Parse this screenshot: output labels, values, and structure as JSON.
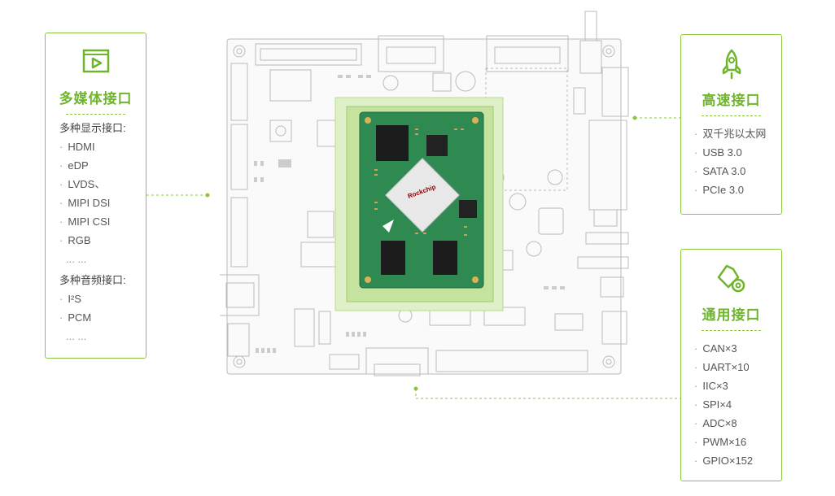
{
  "panels": {
    "multimedia": {
      "icon": "video-play-icon",
      "title": "多媒体接口",
      "groups": [
        {
          "heading": "多种显示接口:",
          "items": [
            "HDMI",
            "eDP",
            "LVDS、",
            "MIPI DSI",
            "MIPI CSI",
            "RGB",
            "... ..."
          ]
        },
        {
          "heading": "多种音频接口:",
          "items": [
            "I²S",
            "PCM",
            "... ..."
          ]
        }
      ]
    },
    "highspeed": {
      "icon": "rocket-icon",
      "title": "高速接口",
      "items": [
        "双千兆以太网",
        "USB 3.0",
        "SATA 3.0",
        "PCIe 3.0"
      ]
    },
    "general": {
      "icon": "tag-gear-icon",
      "title": "通用接口",
      "items": [
        "CAN×3",
        "UART×10",
        "IIC×3",
        "SPI×4",
        "ADC×8",
        "PWM×16",
        "GPIO×152"
      ]
    }
  },
  "board": {
    "chip_label": "Rockchip"
  },
  "colors": {
    "accent": "#8cc63f",
    "title": "#6fb52c",
    "pcb": "#2e8b4f",
    "highlight": "#cde9a8"
  }
}
